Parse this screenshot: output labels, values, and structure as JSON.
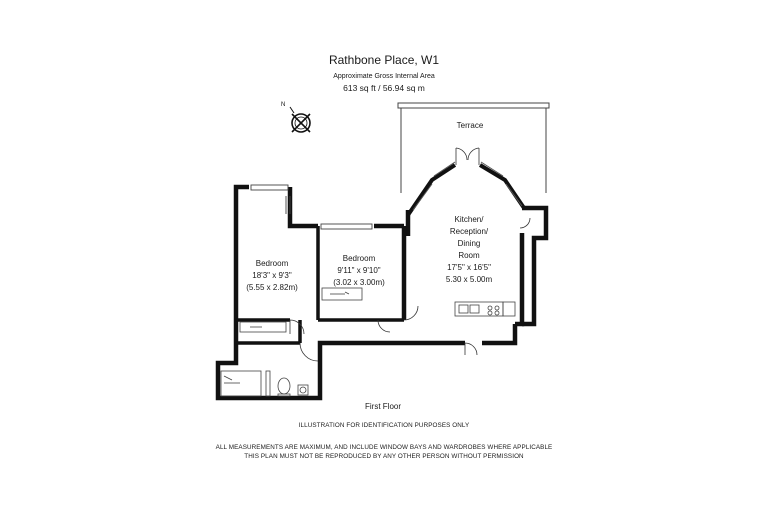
{
  "header": {
    "title": "Rathbone Place, W1",
    "subtitle": "Approximate Gross Internal Area",
    "area": "613 sq ft  /  56.94 sq m"
  },
  "rooms": {
    "terrace": "Terrace",
    "kitchen": {
      "name_lines": [
        "Kitchen/",
        "Reception/",
        "Dining",
        "Room"
      ],
      "imperial": "17'5\" x 16'5\"",
      "metric": "5.30 x 5.00m"
    },
    "bedroom1": {
      "name": "Bedroom",
      "imperial": "18'3\" x 9'3\"",
      "metric": "(5.55 x 2.82m)"
    },
    "bedroom2": {
      "name": "Bedroom",
      "imperial": "9'11\" x 9'10\"",
      "metric": "(3.02 x 3.00m)"
    },
    "floor_label": "First Floor"
  },
  "compass": {
    "north_mark": "N",
    "icon": "compass-icon"
  },
  "footer": {
    "line1": "ILLUSTRATION FOR IDENTIFICATION PURPOSES ONLY",
    "line2": "ALL MEASUREMENTS ARE MAXIMUM, AND INCLUDE WINDOW BAYS AND WARDROBES WHERE APPLICABLE",
    "line3": "THIS PLAN MUST NOT BE REPRODUCED BY ANY OTHER PERSON WITHOUT PERMISSION"
  },
  "colors": {
    "wall": "#111111",
    "line": "#333333",
    "background": "#ffffff"
  }
}
